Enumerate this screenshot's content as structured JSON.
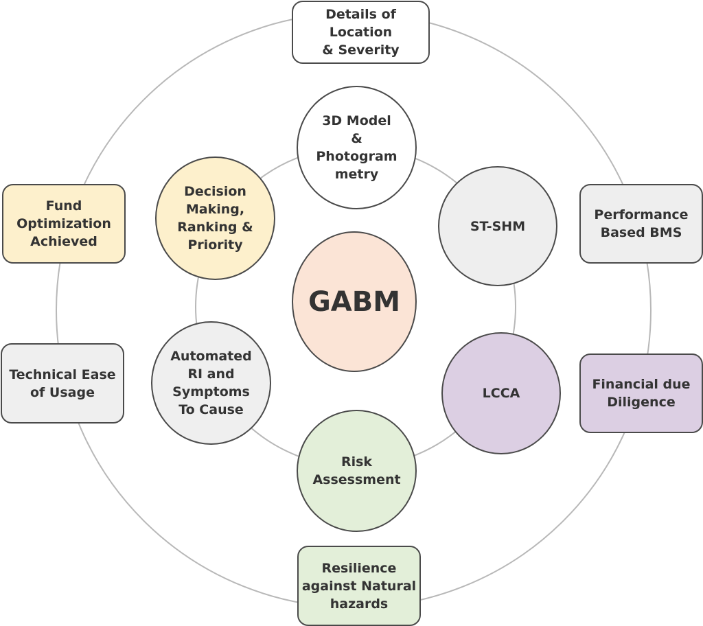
{
  "title": "GABM",
  "center": {
    "label": "GABM",
    "color": "#fbe4d6"
  },
  "inner_nodes": [
    {
      "id": "3d-model",
      "label": "3D Model\n&\nPhotogram\nmetry",
      "color": "#ffffff"
    },
    {
      "id": "st-shm",
      "label": "ST-SHM",
      "color": "#eeeeee"
    },
    {
      "id": "lcca",
      "label": "LCCA",
      "color": "#dccfe3"
    },
    {
      "id": "risk-assessment",
      "label": "Risk\nAssessment",
      "color": "#e3efd9"
    },
    {
      "id": "automated-ri",
      "label": "Automated\nRI and\nSymptoms\nTo Cause",
      "color": "#efefef"
    },
    {
      "id": "decision-making",
      "label": "Decision\nMaking,\nRanking  &\nPriority",
      "color": "#fdf0cc"
    }
  ],
  "outer_nodes": [
    {
      "id": "details-location",
      "label": "Details of\nLocation\n& Severity",
      "color": "#ffffff"
    },
    {
      "id": "performance-bms",
      "label": "Performance\nBased BMS",
      "color": "#eeeeee"
    },
    {
      "id": "financial-diligence",
      "label": "Financial due\nDiligence",
      "color": "#dccfe3"
    },
    {
      "id": "resilience",
      "label": "Resilience\nagainst Natural\nhazards",
      "color": "#e3efd9"
    },
    {
      "id": "technical-ease",
      "label": "Technical Ease\nof Usage",
      "color": "#efefef"
    },
    {
      "id": "fund-optimization",
      "label": "Fund\nOptimization\nAchieved",
      "color": "#fdf0cc"
    }
  ],
  "colors": {
    "ring": "#b5b5b5",
    "border": "#4a4a4a",
    "text": "#333333"
  }
}
